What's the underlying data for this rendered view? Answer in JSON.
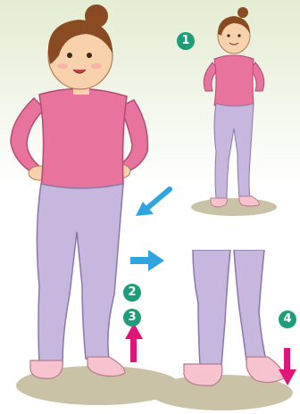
{
  "steps": {
    "one": "1",
    "two": "2",
    "three": "3",
    "four": "4"
  },
  "colors": {
    "shirt": "#e8749e",
    "leggings": "#c7b7df",
    "shoe": "#f6c3cf",
    "skin": "#f7d2ad",
    "hair": "#8a4b23",
    "badge": "#1f9d7a",
    "blue_arrow": "#2ea5e0",
    "pink_arrow": "#e0157a"
  },
  "icons": {
    "diagonal_arrow": "arrow-down-left-icon",
    "right_arrow": "arrow-right-icon",
    "up_arrow": "arrow-up-icon",
    "down_arrow": "arrow-down-icon"
  }
}
